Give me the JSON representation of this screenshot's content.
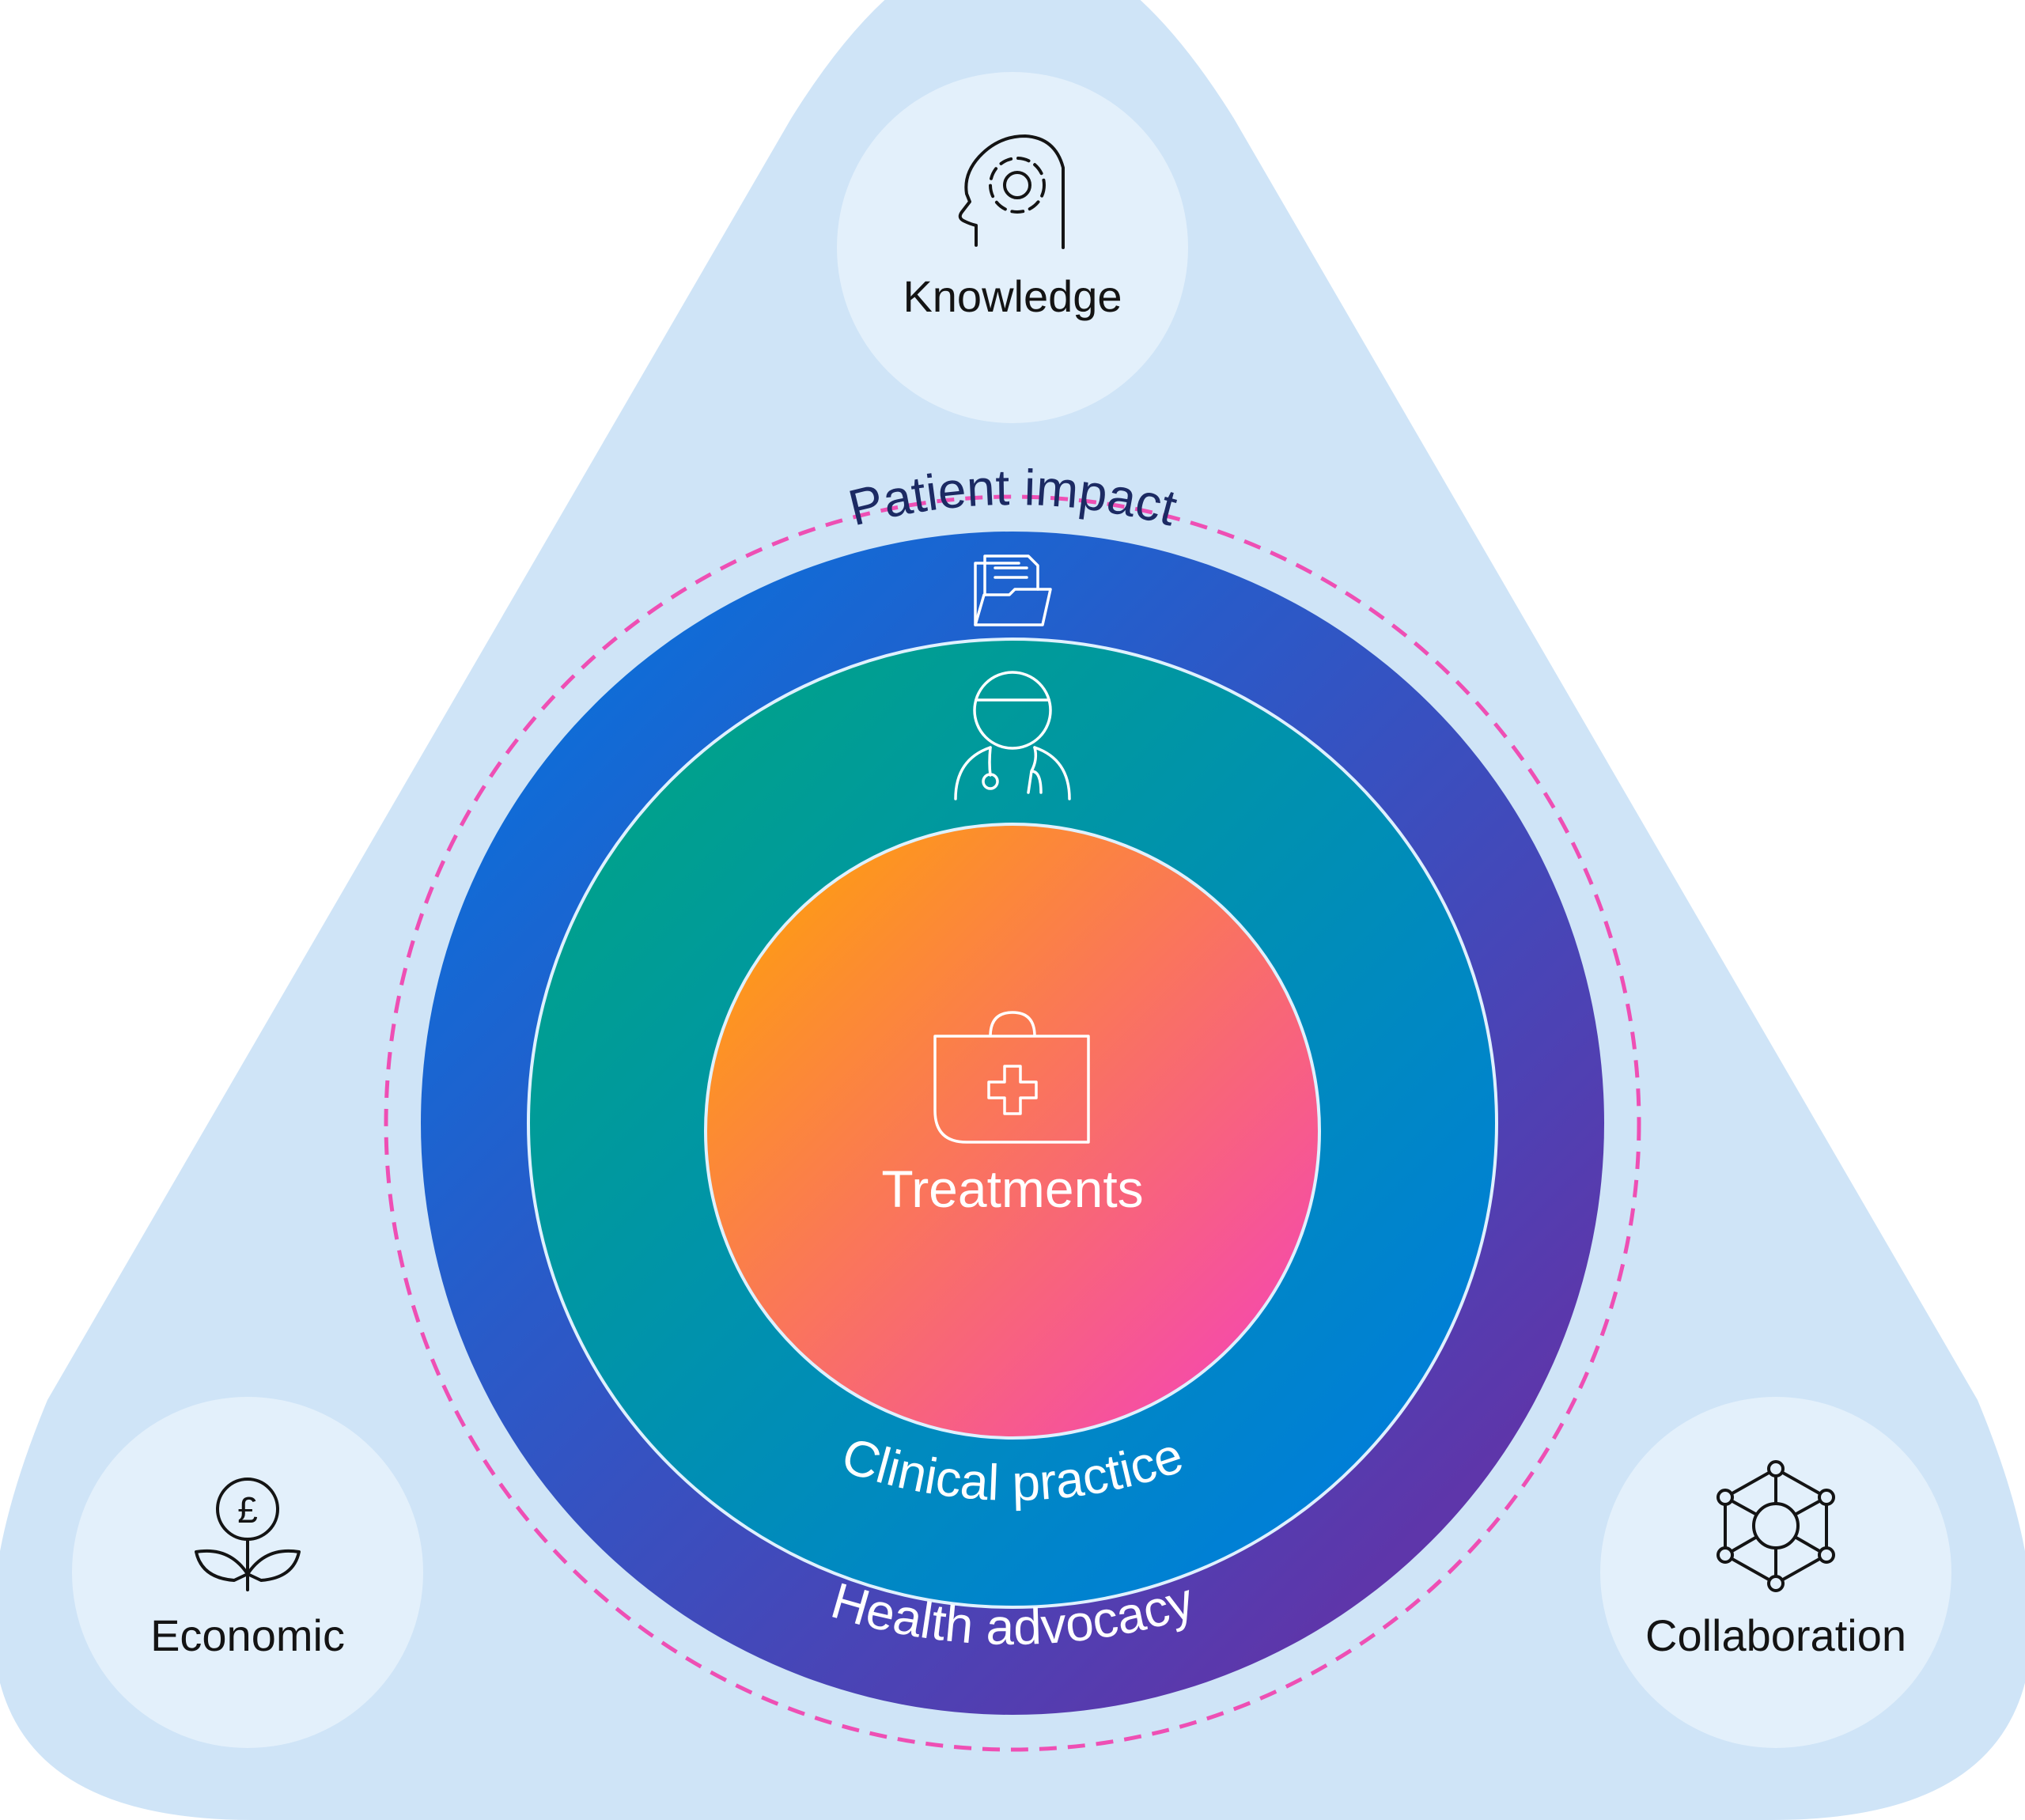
{
  "knowledge": {
    "label": "Knowledge",
    "icon": "head-gear-icon"
  },
  "economic": {
    "label": "Economic",
    "icon": "pound-plant-icon"
  },
  "collaboration": {
    "label": "Collaboration",
    "icon": "network-icon"
  },
  "patient_impact": {
    "label": "Patient impact"
  },
  "health_advocacy": {
    "label": "Health advocacy",
    "icon": "folder-documents-icon"
  },
  "clinical_practice": {
    "label": "Clinical practice",
    "icon": "doctor-icon"
  },
  "treatments": {
    "label": "Treatments",
    "icon": "medical-kit-icon"
  },
  "colors": {
    "triangle": "#cfe4f7",
    "corner_circle": "#e3f0fb",
    "dashed_ring": "#ee4fb4",
    "patient_impact_text": "#1c2a63",
    "outer_ring_start": "#0077e0",
    "outer_ring_end": "#6f2aa0",
    "middle_ring_start": "#00a77e",
    "middle_ring_end": "#0078e6",
    "inner_start": "#ffa600",
    "inner_end": "#f43fc0"
  }
}
